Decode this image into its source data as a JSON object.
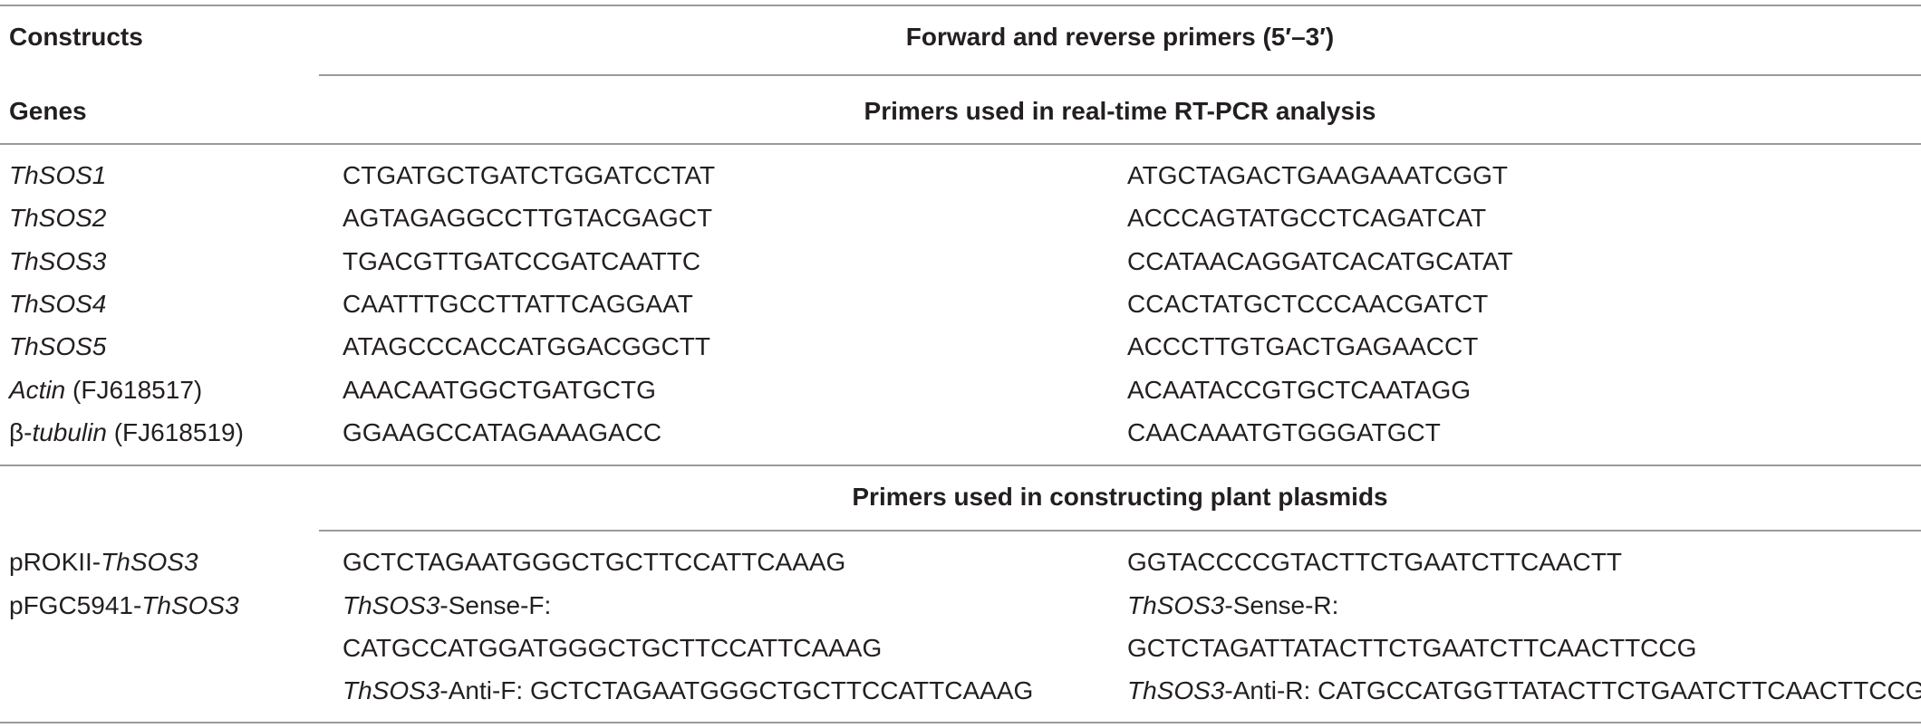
{
  "header": {
    "constructs": "Constructs",
    "primers_title": "Forward and reverse primers (5′–3′)",
    "genes": "Genes"
  },
  "section_rt": {
    "title": "Primers used in real-time RT-PCR analysis",
    "rows": [
      {
        "gene_italic": "ThSOS1",
        "gene_suffix": "",
        "forward": "CTGATGCTGATCTGGATCCTAT",
        "reverse": "ATGCTAGACTGAAGAAATCGGT"
      },
      {
        "gene_italic": "ThSOS2",
        "gene_suffix": "",
        "forward": "AGTAGAGGCCTTGTACGAGCT",
        "reverse": "ACCCAGTATGCCTCAGATCAT"
      },
      {
        "gene_italic": "ThSOS3",
        "gene_suffix": "",
        "forward": "TGACGTTGATCCGATCAATTC",
        "reverse": "CCATAACAGGATCACATGCATAT"
      },
      {
        "gene_italic": "ThSOS4",
        "gene_suffix": "",
        "forward": "CAATTTGCCTTATTCAGGAAT",
        "reverse": "CCACTATGCTCCCAACGATCT"
      },
      {
        "gene_italic": "ThSOS5",
        "gene_suffix": "",
        "forward": "ATAGCCCACCATGGACGGCTT",
        "reverse": "ACCCTTGTGACTGAGAACCT"
      },
      {
        "gene_italic": "Actin",
        "gene_suffix": " (FJ618517)",
        "forward": "AAACAATGGCTGATGCTG",
        "reverse": "ACAATACCGTGCTCAATAGG"
      },
      {
        "gene_prefix": "β-",
        "gene_italic": "tubulin",
        "gene_suffix": " (FJ618519)",
        "forward": "GGAAGCCATAGAAAGACC",
        "reverse": "CAACAAATGTGGGATGCT"
      }
    ]
  },
  "section_plasmid": {
    "title": "Primers used in constructing plant plasmids",
    "rokii": {
      "prefix": "pROKII-",
      "gene": "ThSOS3",
      "forward": "GCTCTAGAATGGGCTGCTTCCATTCAAAG",
      "reverse": "GGTACCCCGTACTTCTGAATCTTCAACTT"
    },
    "fgc": {
      "prefix": "pFGC5941-",
      "gene": "ThSOS3",
      "sense_f_gene": "ThSOS3",
      "sense_f_label": "-Sense-F:",
      "sense_f_seq": "CATGCCATGGATGGGCTGCTTCCATTCAAAG",
      "sense_r_gene": "ThSOS3",
      "sense_r_label": "-Sense-R:",
      "sense_r_seq": "GCTCTAGATTATACTTCTGAATCTTCAACTTCCG",
      "anti_f_gene": "ThSOS3",
      "anti_f_label": "-Anti-F: GCTCTAGAATGGGCTGCTTCCATTCAAAG",
      "anti_r_gene": "ThSOS3",
      "anti_r_label": "-Anti-R: CATGCCATGGTTATACTTCTGAATCTTCAACTTCCG"
    }
  }
}
